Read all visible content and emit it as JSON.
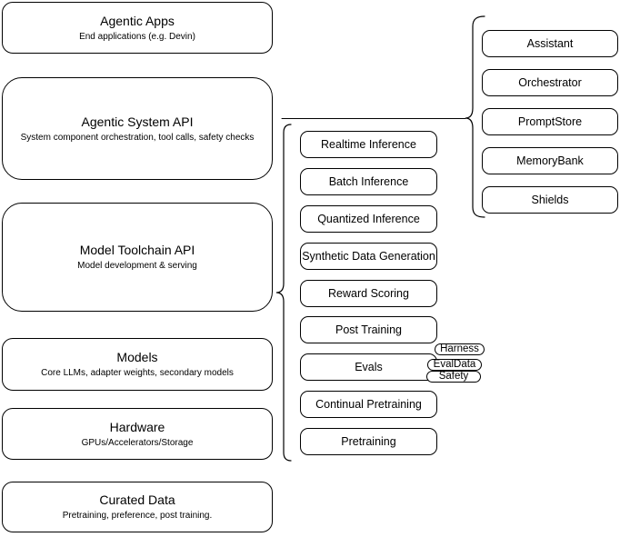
{
  "diagram": {
    "background": "#ffffff",
    "stroke_color": "#000000",
    "text_color": "#000000",
    "left_stack": [
      {
        "title": "Agentic Apps",
        "subtitle": "End applications (e.g. Devin)"
      },
      {
        "title": "Agentic System API",
        "subtitle": "System component orchestration, tool calls, safety checks"
      },
      {
        "title": "Model Toolchain API",
        "subtitle": "Model development & serving"
      },
      {
        "title": "Models",
        "subtitle": "Core LLMs, adapter weights, secondary models"
      },
      {
        "title": "Hardware",
        "subtitle": "GPUs/Accelerators/Storage"
      },
      {
        "title": "Curated Data",
        "subtitle": "Pretraining, preference, post training."
      }
    ],
    "toolchain_services": [
      "Realtime Inference",
      "Batch Inference",
      "Quantized Inference",
      "Synthetic Data Generation",
      "Reward Scoring",
      "Post Training",
      "Evals",
      "Continual Pretraining",
      "Pretraining"
    ],
    "eval_tags": [
      "Harness",
      "EvalData",
      "Safety"
    ],
    "system_components": [
      "Assistant",
      "Orchestrator",
      "PromptStore",
      "MemoryBank",
      "Shields"
    ]
  }
}
